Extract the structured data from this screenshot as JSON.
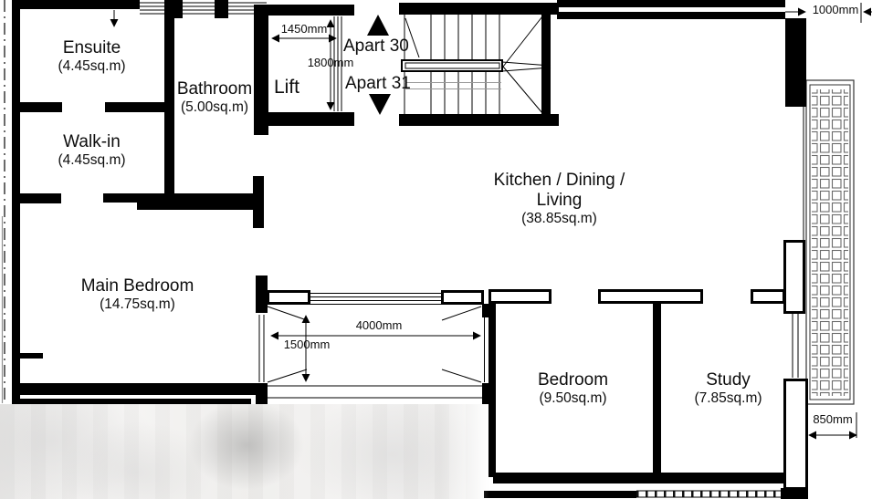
{
  "plan": {
    "rooms": [
      {
        "name": "Ensuite",
        "area": "(4.45sq.m)"
      },
      {
        "name": "Walk-in",
        "area": "(4.45sq.m)"
      },
      {
        "name": "Bathroom",
        "area": "(5.00sq.m)"
      },
      {
        "name": "Lift",
        "area": ""
      },
      {
        "name": "Kitchen / Dining /",
        "name_line2": "Living",
        "area": "(38.85sq.m)"
      },
      {
        "name": "Main Bedroom",
        "area": "(14.75sq.m)"
      },
      {
        "name": "Bedroom",
        "area": "(9.50sq.m)"
      },
      {
        "name": "Study",
        "area": "(7.85sq.m)"
      }
    ],
    "stairs": {
      "up_label": "Apart 30",
      "down_label": "Apart 31",
      "up_icon": "up-solid-triangle",
      "down_icon": "down-solid-triangle"
    },
    "dimensions": {
      "lift_width": "1450mm",
      "lift_depth": "1800mm",
      "terrace_width": "4000mm",
      "terrace_depth": "1500mm",
      "right_top": "1000mm",
      "right_bottom": "850mm"
    },
    "colors": {
      "wall": "#000000",
      "thin_line": "#000000",
      "gray_line": "#8a8a8a",
      "blur_base": "#efeeec"
    }
  }
}
